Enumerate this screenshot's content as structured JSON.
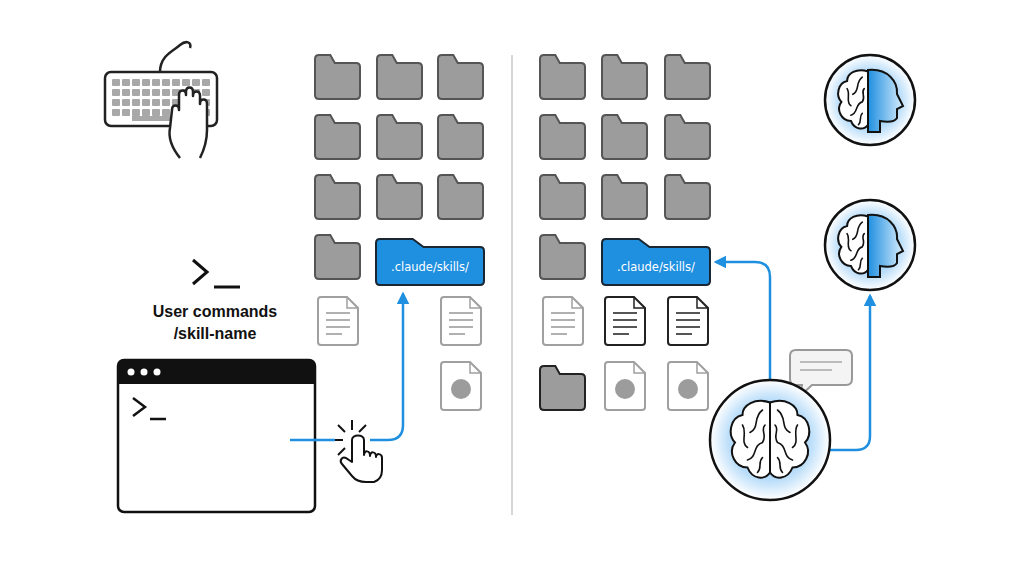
{
  "diagram": {
    "nodes": [
      {
        "text": [
          ".claude/skills/"
        ]
      },
      {
        "text": [
          ".claude/skills/"
        ]
      }
    ],
    "labels": [
      "User commands",
      "/skill-name"
    ]
  }
}
